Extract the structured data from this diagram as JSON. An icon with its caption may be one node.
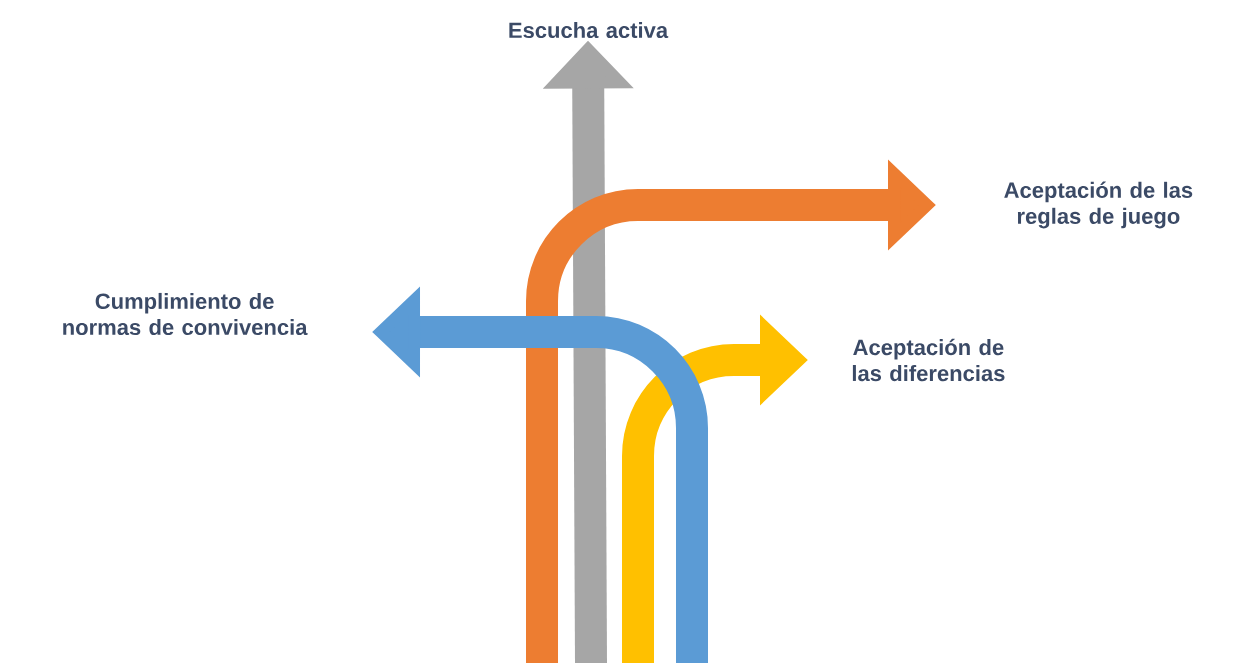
{
  "diagram": {
    "nodes": [
      {
        "text": [
          "Escucha activa"
        ]
      },
      {
        "text": [
          "Aceptación de las reglas de juego"
        ]
      },
      {
        "text": [
          "Cumplimiento de normas de convivencia"
        ]
      },
      {
        "text": [
          "Aceptación de las diferencias"
        ]
      }
    ],
    "edges": [
      {
        "from": null,
        "to": 0,
        "arrow": "to",
        "color": "#a6a6a6"
      },
      {
        "from": null,
        "to": 1,
        "arrow": "to",
        "color": "#ed7d31"
      },
      {
        "from": null,
        "to": 3,
        "arrow": "to",
        "color": "#ffc000"
      },
      {
        "from": null,
        "to": 2,
        "arrow": "to",
        "color": "#5b9bd5"
      }
    ]
  }
}
